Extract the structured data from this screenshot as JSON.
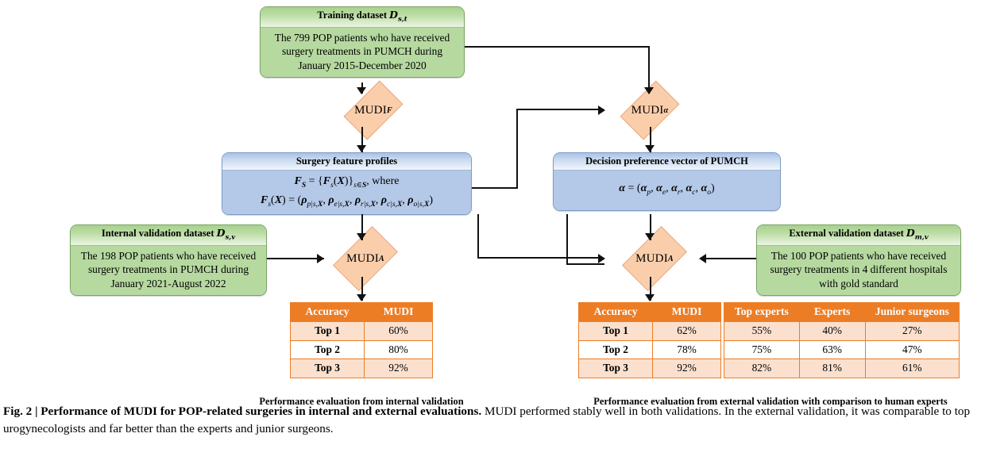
{
  "figure": {
    "training": {
      "title_text": "Training dataset",
      "title_symbol": "D",
      "title_sub": "s,t",
      "body_lines": [
        "The 799 POP  patients who have received",
        "surgery treatments in PUMCH during",
        "January 2015-December 2020"
      ]
    },
    "internal": {
      "title_text": "Internal validation dataset",
      "title_symbol": "D",
      "title_sub": "s,v",
      "body_lines": [
        "The 198 POP  patients who have received",
        "surgery treatments in PUMCH during",
        "January 2021-August 2022"
      ]
    },
    "external": {
      "title_text": "External validation dataset",
      "title_symbol": "D",
      "title_sub": "m,v",
      "body_lines": [
        "The 100 POP  patients who have received",
        "surgery treatments in 4 different hospitals",
        "with gold standard"
      ]
    },
    "surgery_profiles": {
      "title": "Surgery feature profiles",
      "formula_1": "F_S = {F_s(X)}_{s∈S}, where",
      "formula_2": "F_s(X) = (ρ_{p|s,X}, ρ_{e|s,X}, ρ_{r|s,X}, ρ_{c|s,X}, ρ_{o|s,X})"
    },
    "preference_vector": {
      "title": "Decision preference vector of PUMCH",
      "formula": "α = (α_p, α_e, α_r, α_c, α_o)"
    },
    "diamonds": {
      "mudi_f": {
        "base": "MUDI",
        "sub": "F"
      },
      "mudi_alpha": {
        "base": "MUDI",
        "sub": "α"
      },
      "mudi_a_left": {
        "base": "MUDI",
        "sub": "A"
      },
      "mudi_a_right": {
        "base": "MUDI",
        "sub": "A"
      }
    },
    "internal_table": {
      "headers": [
        "Accuracy",
        "MUDI"
      ],
      "rows": [
        {
          "label": "Top 1",
          "mudi": "60%"
        },
        {
          "label": "Top 2",
          "mudi": "80%"
        },
        {
          "label": "Top 3",
          "mudi": "92%"
        }
      ]
    },
    "external_table": {
      "headers": [
        "Accuracy",
        "MUDI"
      ],
      "rows": [
        {
          "label": "Top 1",
          "mudi": "62%"
        },
        {
          "label": "Top 2",
          "mudi": "78%"
        },
        {
          "label": "Top 3",
          "mudi": "92%"
        }
      ]
    },
    "human_table": {
      "headers": [
        "Top experts",
        "Experts",
        "Junior surgeons"
      ],
      "rows": [
        {
          "top_experts": "55%",
          "experts": "40%",
          "junior": "27%"
        },
        {
          "top_experts": "75%",
          "experts": "63%",
          "junior": "47%"
        },
        {
          "top_experts": "82%",
          "experts": "81%",
          "junior": "61%"
        }
      ]
    },
    "subcaptions": {
      "internal": "Performance evaluation from internal validation",
      "external": "Performance evaluation from external validation with comparison to human experts"
    }
  },
  "caption": {
    "label": "Fig. 2 | ",
    "bold_title": "Performance of MUDI for POP-related surgeries in internal and external evaluations.",
    "rest": " MUDI performed stably well in both validations. In the external validation, it was comparable to top urogynecologists and far better than the experts and junior surgeons."
  },
  "colors": {
    "orange_header": "#ED7D25",
    "orange_row": "#FBE0CE",
    "green_body": "#B6D9A0",
    "blue_body": "#B4C9E8",
    "diamond_fill": "#FBCEAB",
    "line": "#111111"
  }
}
